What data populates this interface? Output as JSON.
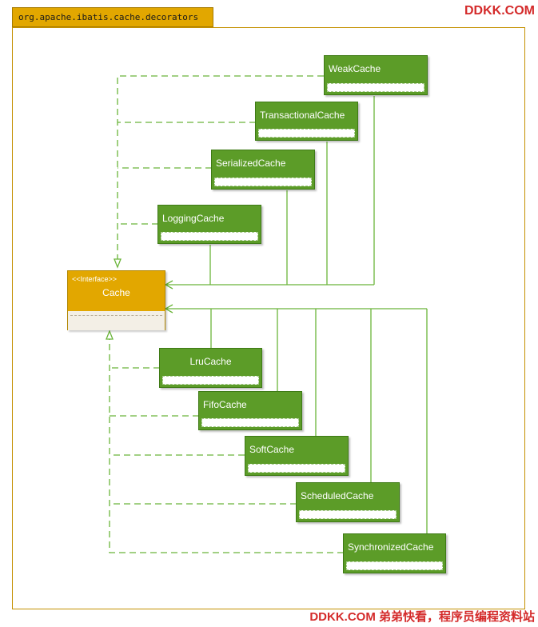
{
  "package": {
    "name": "org.apache.ibatis.cache.decorators"
  },
  "watermarks": {
    "top": "DDKK.COM",
    "bottom": "DDKK.COM 弟弟快看，程序员编程资料站"
  },
  "interface": {
    "stereotype": "<<Interface>>",
    "name": "Cache"
  },
  "classes": [
    {
      "name": "WeakCache"
    },
    {
      "name": "TransactionalCache"
    },
    {
      "name": "SerializedCache"
    },
    {
      "name": "LoggingCache"
    },
    {
      "name": "LruCache"
    },
    {
      "name": "FifoCache"
    },
    {
      "name": "SoftCache"
    },
    {
      "name": "ScheduledCache"
    },
    {
      "name": "SynchronizedCache"
    }
  ],
  "colors": {
    "class_fill": "#5c9c28",
    "interface_fill": "#e2a700",
    "connector": "#6bb53a",
    "package": "#e2a700"
  },
  "relations": {
    "realization": [
      "WeakCache",
      "TransactionalCache",
      "SerializedCache",
      "LoggingCache",
      "LruCache",
      "FifoCache",
      "SoftCache",
      "ScheduledCache",
      "SynchronizedCache"
    ],
    "association": [
      "WeakCache",
      "TransactionalCache",
      "SerializedCache",
      "LoggingCache",
      "LruCache",
      "FifoCache",
      "SoftCache",
      "ScheduledCache",
      "SynchronizedCache"
    ]
  }
}
